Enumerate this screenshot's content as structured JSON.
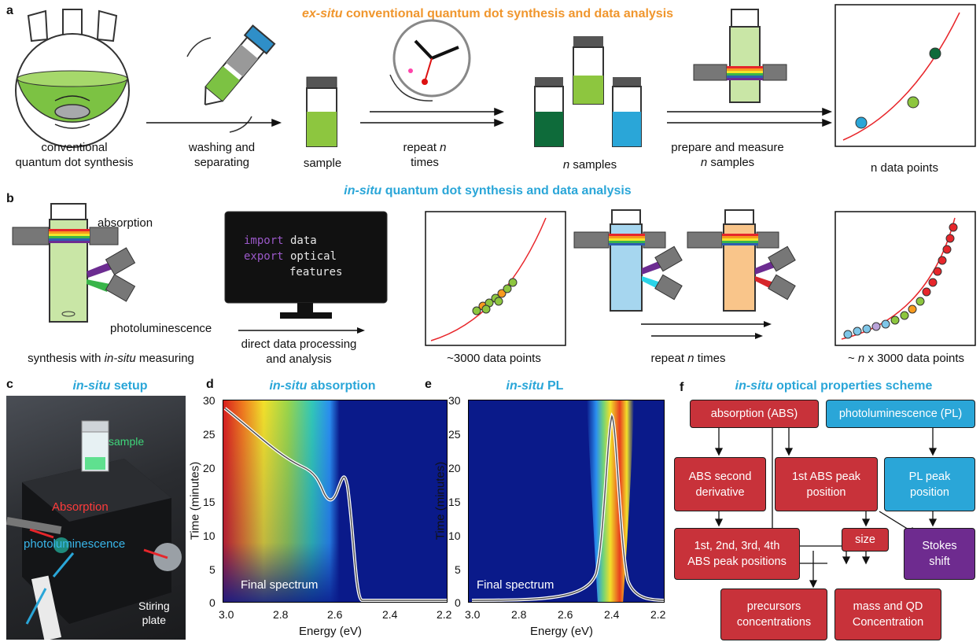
{
  "panels": {
    "a": "a",
    "b": "b",
    "c": "c",
    "d": "d",
    "e": "e",
    "f": "f"
  },
  "a": {
    "title_em": "ex-situ",
    "title_rest": " conventional quantum dot synthesis and data analysis",
    "labels": {
      "synthesis": "conventional\nquantum dot synthesis",
      "washing": "washing and\nseparating",
      "sample": "sample",
      "repeat_a": "repeat ",
      "repeat_n": "n",
      "repeat_b": "\ntimes",
      "nsamples_n": "n",
      "nsamples_rest": " samples",
      "prepare_a": "prepare and measure",
      "prepare_n": "n",
      "prepare_b": " samples",
      "ndata": "n data points"
    }
  },
  "b": {
    "title_em": "in-situ",
    "title_rest": " quantum dot synthesis and data analysis",
    "absorption": "absorption",
    "photoluminescence": "photoluminescence",
    "synth_a": "synthesis with ",
    "synth_em": "in-situ",
    "synth_b": " measuring",
    "code": {
      "kw1": "import",
      "rest1": " data",
      "kw2": "export",
      "rest2": " optical",
      "rest3": "features"
    },
    "direct": "direct data processing\nand analysis",
    "points3000": "~3000 data points",
    "repeat_a": "repeat ",
    "repeat_n": "n",
    "repeat_b": " times",
    "final_a": "~ ",
    "final_n": "n",
    "final_b": " x 3000 data points"
  },
  "c": {
    "title_em": "in-situ",
    "title_rest": " setup",
    "sample": "sample",
    "absorption": "Absorption",
    "photoluminescence": "photoluminescence",
    "stirring": "Stiring\nplate"
  },
  "d": {
    "title_em": "in-situ",
    "title_rest": " absorption",
    "overlay": "Final spectrum",
    "ylabel": "Time (minutes)",
    "xlabel": "Energy (eV)",
    "xticks": [
      "3.0",
      "2.8",
      "2.6",
      "2.4",
      "2.2"
    ],
    "yticks": [
      "0",
      "5",
      "10",
      "15",
      "20",
      "25",
      "30"
    ]
  },
  "e": {
    "title_em": "in-situ",
    "title_rest": " PL",
    "overlay": "Final spectrum",
    "ylabel": "Time (minutes)",
    "xlabel": "Energy (eV)",
    "xticks": [
      "3.0",
      "2.8",
      "2.6",
      "2.4",
      "2.2"
    ],
    "yticks": [
      "0",
      "5",
      "10",
      "15",
      "20",
      "25",
      "30"
    ]
  },
  "f": {
    "title_em": "in-situ",
    "title_rest": " optical properties scheme",
    "abs": "absorption (ABS)",
    "pl": "photoluminescence (PL)",
    "second": "ABS second\nderivative",
    "first": "1st ABS peak\nposition",
    "plpeak": "PL peak\nposition",
    "peaks": "1st, 2nd, 3rd, 4th\nABS peak positions",
    "size": "size",
    "stokes": "Stokes\nshift",
    "precursors": "precursors\nconcentrations",
    "mass": "mass and QD\nConcentration"
  },
  "colors": {
    "red": "#c8323a",
    "blue": "#2aa6d8",
    "purple": "#6e2b8f",
    "orange": "#f0962d",
    "curve": "#e8262b"
  }
}
